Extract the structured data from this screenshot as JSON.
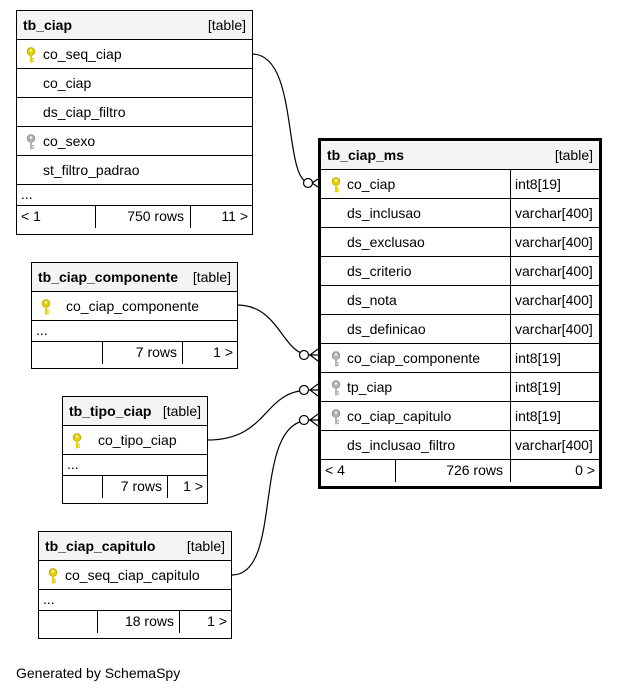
{
  "tables": {
    "tb_ciap": {
      "name": "tb_ciap",
      "kind": "[table]",
      "columns": [
        "co_seq_ciap",
        "co_ciap",
        "ds_ciap_filtro",
        "co_sexo",
        "st_filtro_padrao"
      ],
      "ellipsis": "...",
      "footer": {
        "left": "< 1",
        "rows": "750 rows",
        "right": "11 >"
      }
    },
    "tb_ciap_componente": {
      "name": "tb_ciap_componente",
      "kind": "[table]",
      "columns": [
        "co_ciap_componente"
      ],
      "ellipsis": "...",
      "footer": {
        "left": "",
        "rows": "7 rows",
        "right": "1 >"
      }
    },
    "tb_tipo_ciap": {
      "name": "tb_tipo_ciap",
      "kind": "[table]",
      "columns": [
        "co_tipo_ciap"
      ],
      "ellipsis": "...",
      "footer": {
        "left": "",
        "rows": "7 rows",
        "right": "1 >"
      }
    },
    "tb_ciap_capitulo": {
      "name": "tb_ciap_capitulo",
      "kind": "[table]",
      "columns": [
        "co_seq_ciap_capitulo"
      ],
      "ellipsis": "...",
      "footer": {
        "left": "",
        "rows": "18 rows",
        "right": "1 >"
      }
    },
    "tb_ciap_ms": {
      "name": "tb_ciap_ms",
      "kind": "[table]",
      "columns": [
        {
          "name": "co_ciap",
          "type": "int8[19]"
        },
        {
          "name": "ds_inclusao",
          "type": "varchar[400]"
        },
        {
          "name": "ds_exclusao",
          "type": "varchar[400]"
        },
        {
          "name": "ds_criterio",
          "type": "varchar[400]"
        },
        {
          "name": "ds_nota",
          "type": "varchar[400]"
        },
        {
          "name": "ds_definicao",
          "type": "varchar[400]"
        },
        {
          "name": "co_ciap_componente",
          "type": "int8[19]"
        },
        {
          "name": "tp_ciap",
          "type": "int8[19]"
        },
        {
          "name": "co_ciap_capitulo",
          "type": "int8[19]"
        },
        {
          "name": "ds_inclusao_filtro",
          "type": "varchar[400]"
        }
      ],
      "footer": {
        "left": "< 4",
        "rows": "726 rows",
        "right": "0 >"
      }
    }
  },
  "colors": {
    "primary_key": "#e6d200",
    "foreign_key": "#b4b4b4",
    "header_bg": "#f4f4f4"
  },
  "generated_by": "Generated by SchemaSpy"
}
